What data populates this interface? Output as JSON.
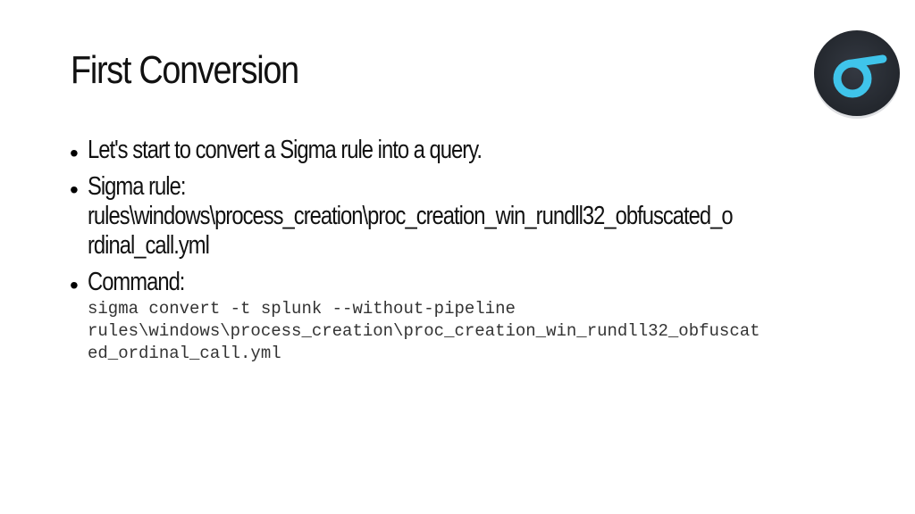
{
  "slide": {
    "title": "First Conversion",
    "logo_icon": "sigma-logo-icon",
    "colors": {
      "logo_ring": "#2b2f36",
      "logo_accent": "#3fc4ea"
    },
    "bullets": [
      {
        "text": "Let's start to convert a Sigma rule into a query."
      },
      {
        "label": "Sigma rule:",
        "path_line1": "rules\\windows\\process_creation\\proc_creation_win_rundll32_obfuscated_o",
        "path_line2": "rdinal_call.yml"
      },
      {
        "label": "Command:",
        "code_line1": "sigma convert -t splunk --without-pipeline",
        "code_line2": "rules\\windows\\process_creation\\proc_creation_win_rundll32_obfuscat",
        "code_line3": "ed_ordinal_call.yml"
      }
    ]
  }
}
